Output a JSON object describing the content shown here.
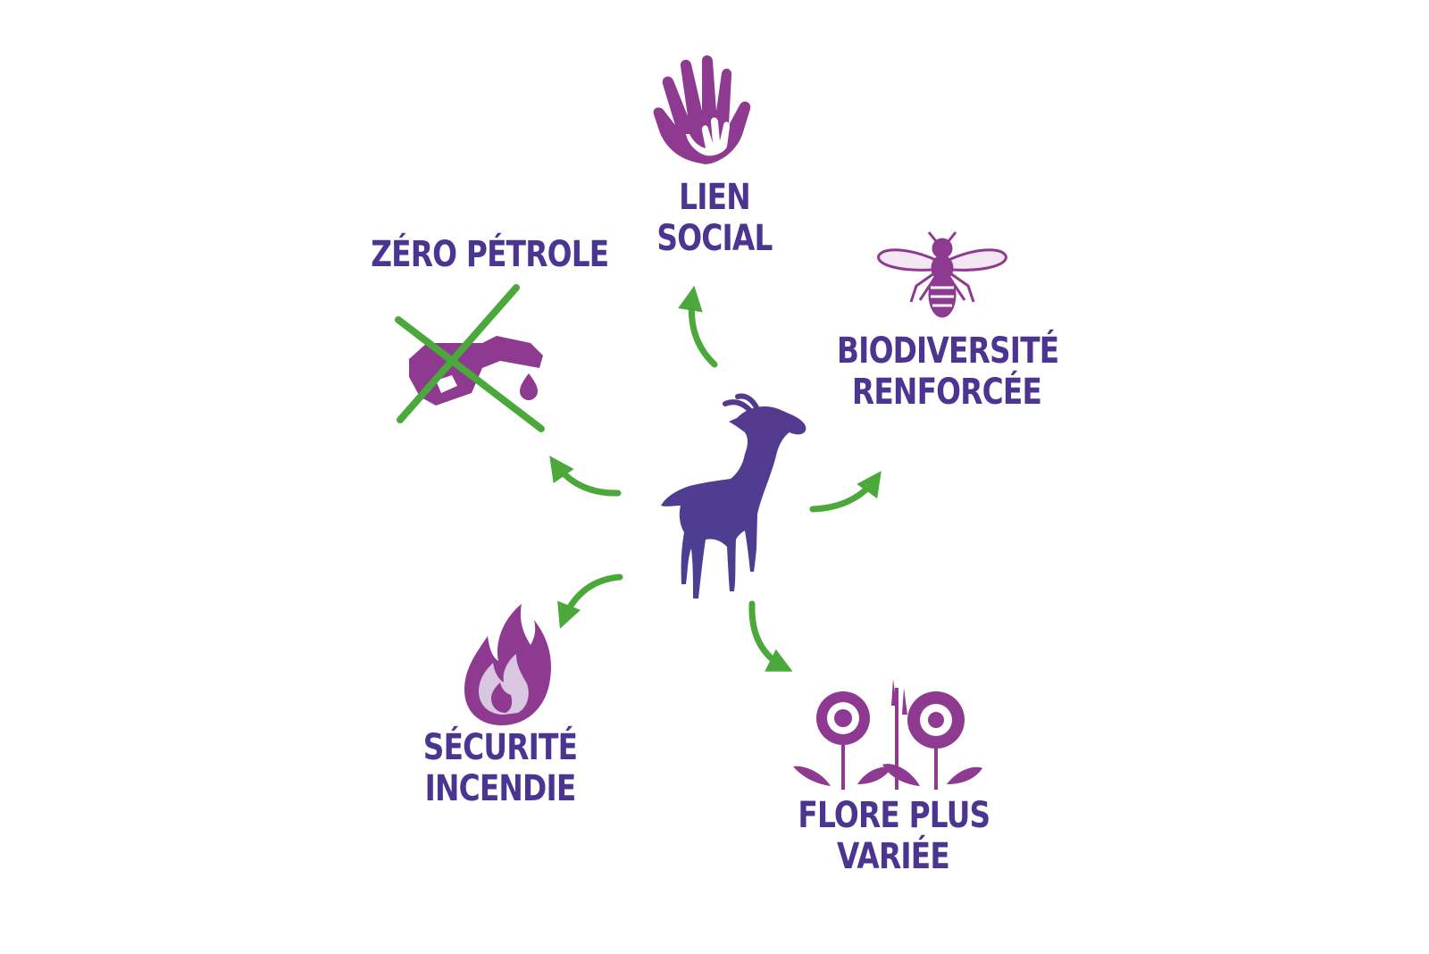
{
  "colors": {
    "label": "#4b3591",
    "icon_purple": "#8e3a91",
    "arrow_green": "#4aa93a",
    "goat": "#4e3a8f",
    "flame_light": "#d9c6e0"
  },
  "center": {
    "icon": "goat-icon"
  },
  "benefits": {
    "lien_social": {
      "line1": "LIEN",
      "line2": "SOCIAL",
      "icon": "hands-icon"
    },
    "zero_petrole": {
      "line1": "ZÉRO PÉTROLE",
      "icon": "crossed-fuel-nozzle-icon"
    },
    "biodiversite": {
      "line1": "BIODIVERSITÉ",
      "line2": "RENFORCÉE",
      "icon": "bee-icon"
    },
    "securite": {
      "line1": "SÉCURITÉ",
      "line2": "INCENDIE",
      "icon": "flame-icon"
    },
    "flore": {
      "line1": "FLORE PLUS",
      "line2": "VARIÉE",
      "icon": "flowers-icon"
    }
  }
}
